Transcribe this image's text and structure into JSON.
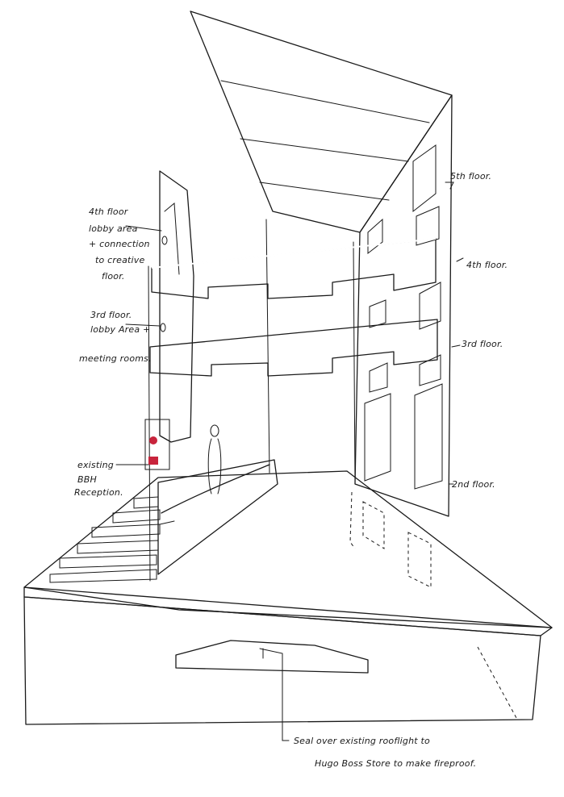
{
  "labels": {
    "floor5": "5th floor.",
    "floor4": "4th floor.",
    "floor3": "3rd floor.",
    "floor2": "2nd floor.",
    "lobby4": [
      "4th floor",
      "lobby area",
      "+ connection",
      "to creative",
      "floor."
    ],
    "lobby3": [
      "3rd floor.",
      "lobby Area +",
      "meeting rooms."
    ],
    "reception": [
      "existing",
      "BBH",
      "Reception."
    ],
    "rooflight": [
      "Seal over existing rooflight to",
      "Hugo Boss Store to make fireproof."
    ]
  },
  "colors": {
    "glazing": "#bfe6f4",
    "windows": "#f7efb4",
    "slab": "#c9ccd0",
    "floor_plate": "#8e9094",
    "base": "#a9abae",
    "edge_band": "#4a4c4f",
    "accent_red": "#c8243c"
  }
}
